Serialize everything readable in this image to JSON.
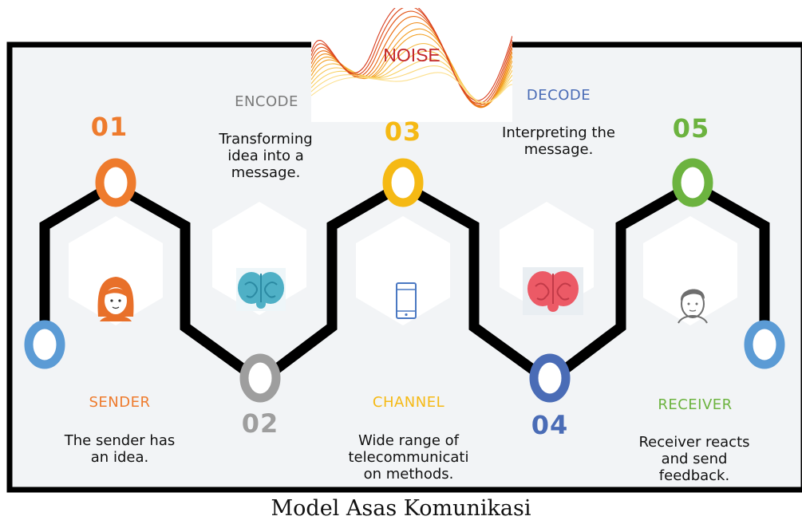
{
  "noise_label": "NOISE",
  "caption": "Model Asas Komunikasi",
  "steps": [
    {
      "number": "01",
      "name": "SENDER",
      "description": "The sender has an idea.",
      "icon": "woman-avatar-icon",
      "color": "#ee7b2d"
    },
    {
      "number": "02",
      "name": "ENCODE",
      "description": "Transforming idea into a message.",
      "icon": "blue-brain-icon",
      "color": "#9e9e9e"
    },
    {
      "number": "03",
      "name": "CHANNEL",
      "description": "Wide range of telecommunicati on methods.",
      "icon": "mobile-phone-icon",
      "color": "#f5b914"
    },
    {
      "number": "04",
      "name": "DECODE",
      "description": "Interpreting the message.",
      "icon": "red-brain-icon",
      "color": "#4a6cb6"
    },
    {
      "number": "05",
      "name": "RECEIVER",
      "description": "Receiver reacts and send feedback.",
      "icon": "man-avatar-icon",
      "color": "#6cb33f"
    }
  ],
  "colors": {
    "start_end_ring": "#5b9bd5",
    "path": "#000000",
    "panel": "#f2f4f6"
  }
}
